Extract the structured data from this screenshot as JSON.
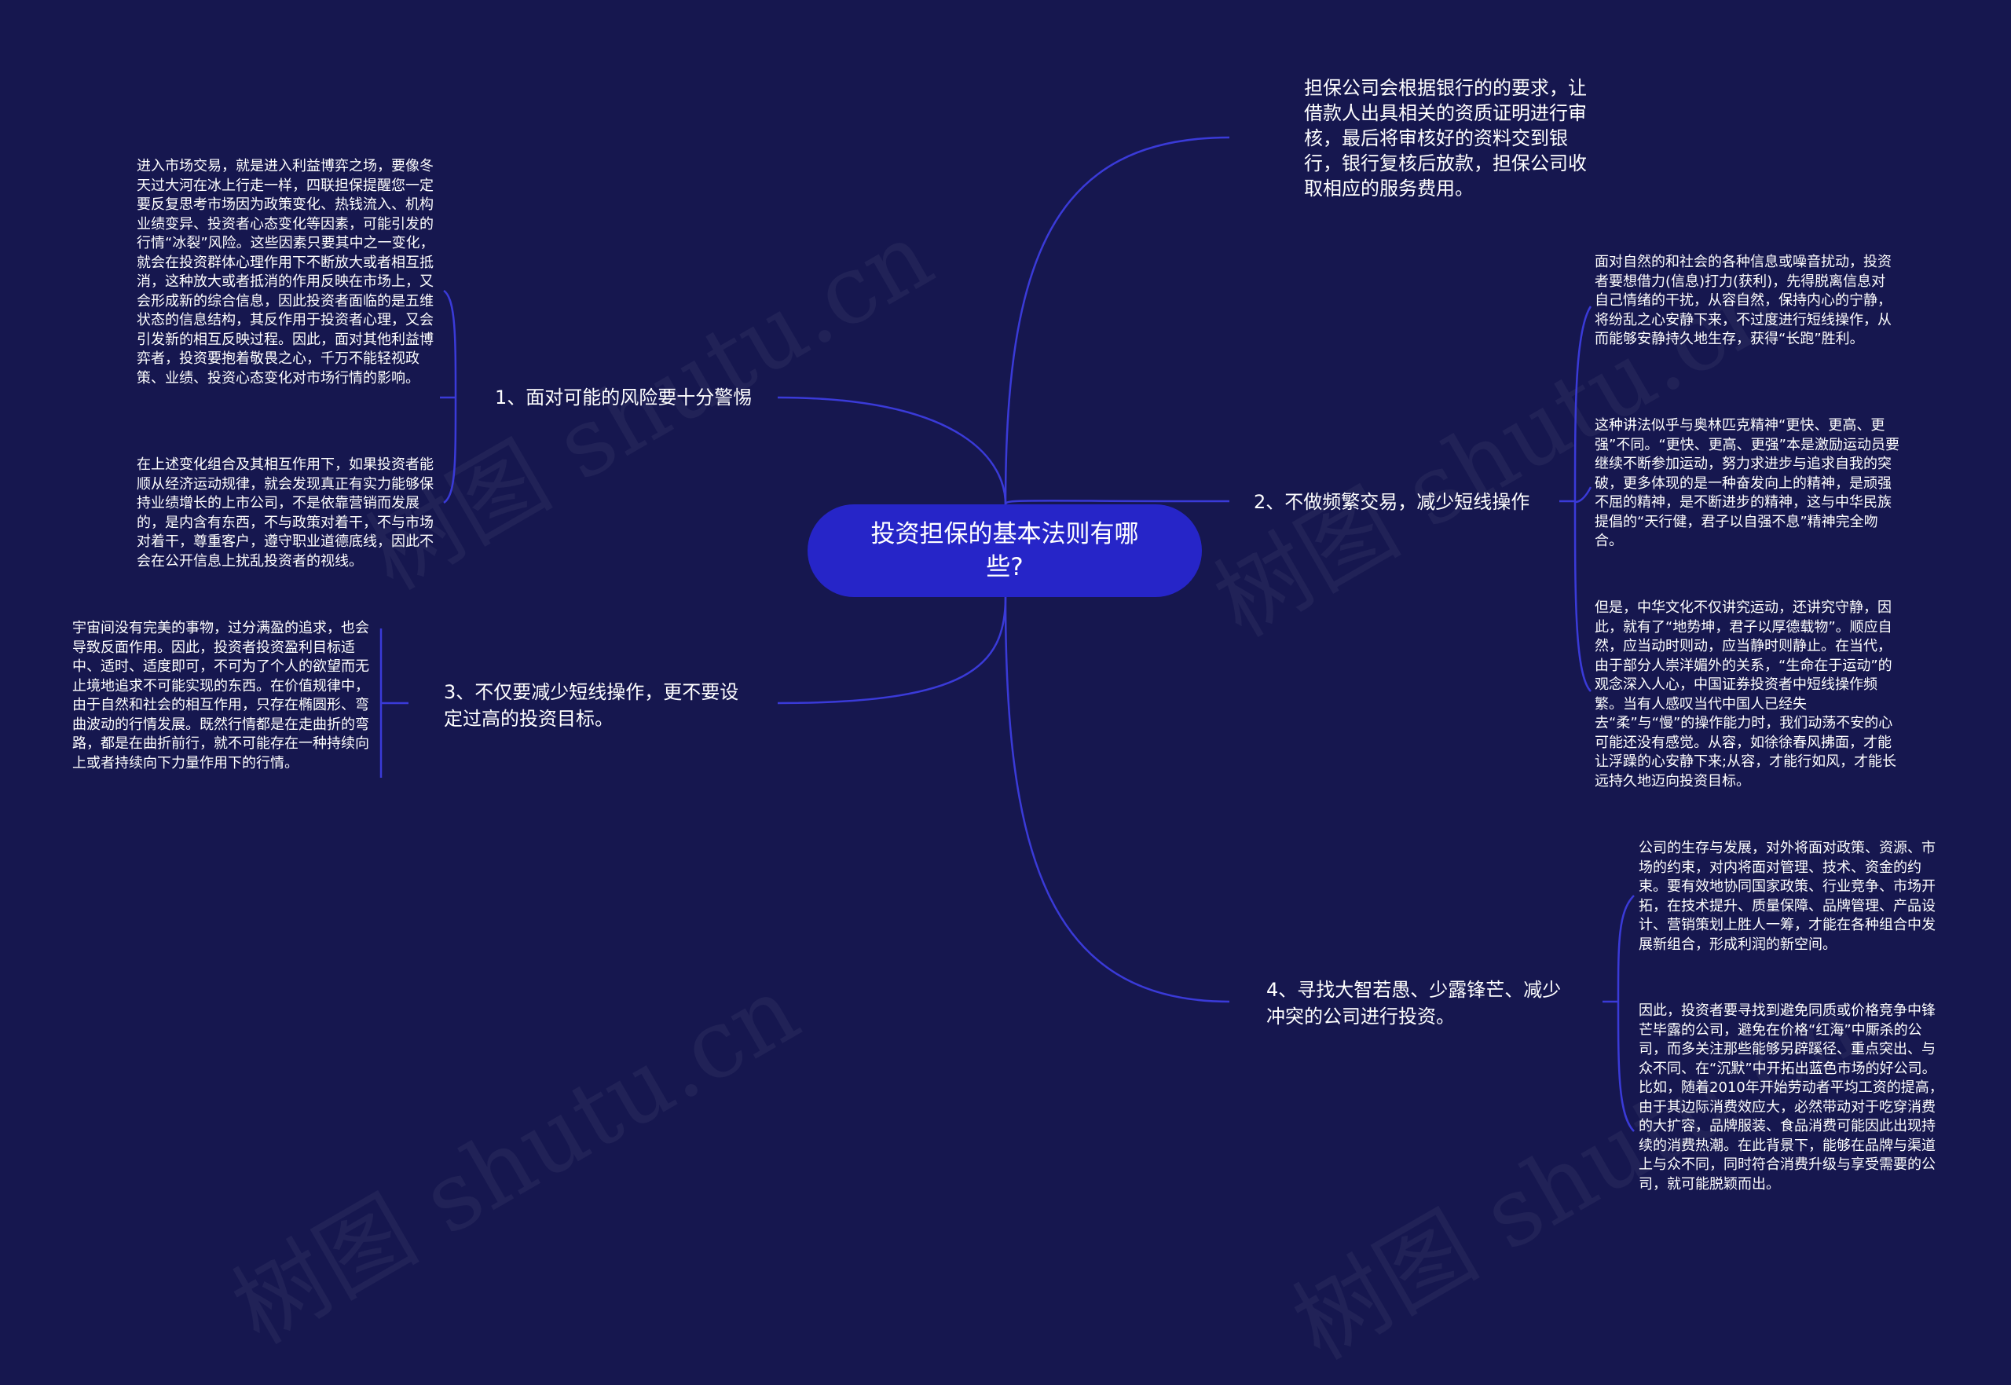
{
  "colors": {
    "background": "#16174f",
    "root": "#2625c8",
    "line": "#3a3ad8"
  },
  "watermark": "树图 shutu.cn",
  "root": {
    "label": "投资担保的基本法则有哪些?"
  },
  "top_leaf": {
    "text": "担保公司会根据银行的的要求，让借款人出具相关的资质证明进行审核，最后将审核好的资料交到银行，银行复核后放款，担保公司收取相应的服务费用。"
  },
  "branches": [
    {
      "label": "1、面对可能的风险要十分警惕",
      "leaves": [
        "进入市场交易，就是进入利益博弈之场，要像冬天过大河在冰上行走一样，四联担保提醒您一定要反复思考市场因为政策变化、热钱流入、机构业绩变异、投资者心态变化等因素，可能引发的行情“冰裂”风险。这些因素只要其中之一变化，就会在投资群体心理作用下不断放大或者相互抵消，这种放大或者抵消的作用反映在市场上，又会形成新的综合信息，因此投资者面临的是五维状态的信息结构，其反作用于投资者心理，又会引发新的相互反映过程。因此，面对其他利益博弈者，投资要抱着敬畏之心，千万不能轻视政策、业绩、投资心态变化对市场行情的影响。",
        "在上述变化组合及其相互作用下，如果投资者能顺从经济运动规律，就会发现真正有实力能够保持业绩增长的上市公司，不是依靠营销而发展的，是内含有东西，不与政策对着干，不与市场对着干，尊重客户，遵守职业道德底线，因此不会在公开信息上扰乱投资者的视线。"
      ]
    },
    {
      "label": "2、不做频繁交易，减少短线操作",
      "leaves": [
        "面对自然的和社会的各种信息或噪音扰动，投资者要想借力(信息)打力(获利)，先得脱离信息对自己情绪的干扰，从容自然，保持内心的宁静，将纷乱之心安静下来，不过度进行短线操作，从而能够安静持久地生存，获得“长跑”胜利。",
        "这种讲法似乎与奥林匹克精神“更快、更高、更强”不同。“更快、更高、更强”本是激励运动员要继续不断参加运动，努力求进步与追求自我的突破，更多体现的是一种奋发向上的精神，是顽强不屈的精神，是不断进步的精神，这与中华民族提倡的“天行健，君子以自强不息”精神完全吻合。",
        "但是，中华文化不仅讲究运动，还讲究守静，因此，就有了“地势坤，君子以厚德载物”。顺应自然，应当动时则动，应当静时则静止。在当代，由于部分人崇洋媚外的关系，“生命在于运动”的观念深入人心，中国证券投资者中短线操作频繁。当有人感叹当代中国人已经失去“柔”与“慢”的操作能力时，我们动荡不安的心可能还没有感觉。从容，如徐徐春风拂面，才能让浮躁的心安静下来;从容，才能行如风，才能长远持久地迈向投资目标。"
      ]
    },
    {
      "label": "3、不仅要减少短线操作，更不要设定过高的投资目标。",
      "leaves": [
        "宇宙间没有完美的事物，过分满盈的追求，也会导致反面作用。因此，投资者投资盈利目标适中、适时、适度即可，不可为了个人的欲望而无止境地追求不可能实现的东西。在价值规律中，由于自然和社会的相互作用，只存在椭圆形、弯曲波动的行情发展。既然行情都是在走曲折的弯路，都是在曲折前行，就不可能存在一种持续向上或者持续向下力量作用下的行情。"
      ]
    },
    {
      "label": "4、寻找大智若愚、少露锋芒、减少冲突的公司进行投资。",
      "leaves": [
        "公司的生存与发展，对外将面对政策、资源、市场的约束，对内将面对管理、技术、资金的约束。要有效地协同国家政策、行业竞争、市场开拓，在技术提升、质量保障、品牌管理、产品设计、营销策划上胜人一筹，才能在各种组合中发展新组合，形成利润的新空间。",
        "因此，投资者要寻找到避免同质或价格竞争中锋芒毕露的公司，避免在价格“红海”中厮杀的公司，而多关注那些能够另辟蹊径、重点突出、与众不同、在“沉默”中开拓出蓝色市场的好公司。比如，随着2010年开始劳动者平均工资的提高，由于其边际消费效应大，必然带动对于吃穿消费的大扩容，品牌服装、食品消费可能因此出现持续的消费热潮。在此背景下，能够在品牌与渠道上与众不同，同时符合消费升级与享受需要的公司，就可能脱颖而出。"
      ]
    }
  ]
}
